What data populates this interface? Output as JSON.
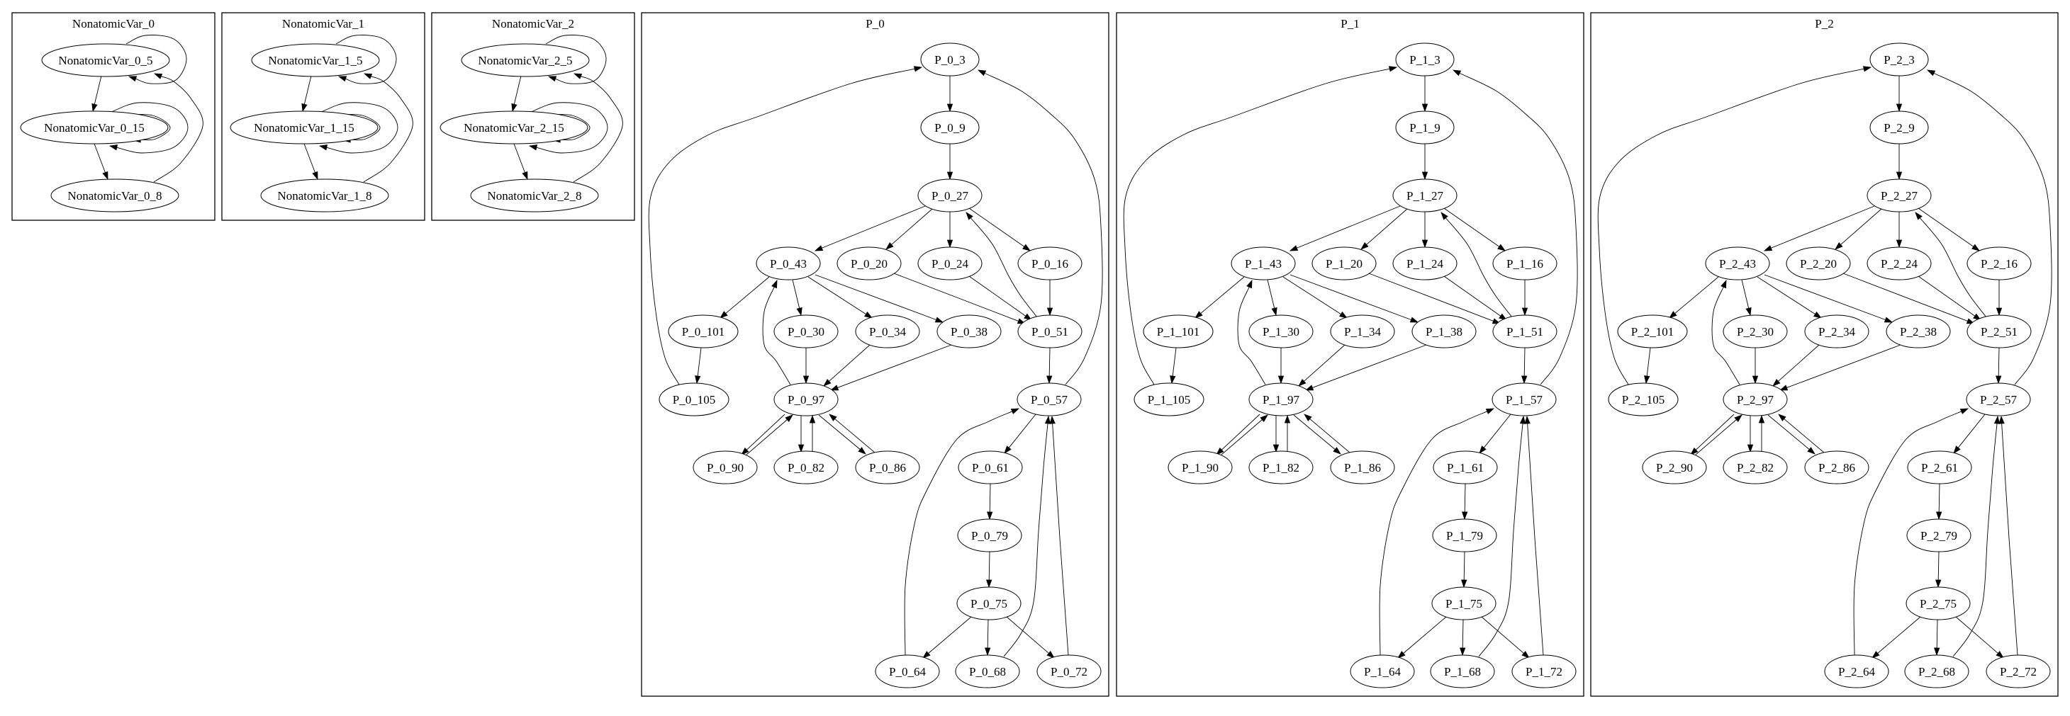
{
  "graph": {
    "kind": "directed-graph",
    "colors": {
      "background": "#ffffff",
      "stroke": "#000000",
      "text": "#000000"
    },
    "nonatomic_clusters": [
      {
        "title": "NonatomicVar_0",
        "nodes": {
          "n5": "NonatomicVar_0_5",
          "n15": "NonatomicVar_0_15",
          "n8": "NonatomicVar_0_8"
        }
      },
      {
        "title": "NonatomicVar_1",
        "nodes": {
          "n5": "NonatomicVar_1_5",
          "n15": "NonatomicVar_1_15",
          "n8": "NonatomicVar_1_8"
        }
      },
      {
        "title": "NonatomicVar_2",
        "nodes": {
          "n5": "NonatomicVar_2_5",
          "n15": "NonatomicVar_2_15",
          "n8": "NonatomicVar_2_8"
        }
      }
    ],
    "nonatomic_edges": [
      {
        "from": "n5",
        "to": "n15"
      },
      {
        "from": "n15",
        "to": "n8"
      },
      {
        "from": "n5",
        "to": "n5"
      },
      {
        "from": "n15",
        "to": "n15"
      },
      {
        "from": "n15",
        "to": "n15"
      },
      {
        "from": "n8",
        "to": "n5"
      }
    ],
    "process_clusters": [
      {
        "title": "P_0",
        "prefix": "P_0_"
      },
      {
        "title": "P_1",
        "prefix": "P_1_"
      },
      {
        "title": "P_2",
        "prefix": "P_2_"
      }
    ],
    "process_node_ids": [
      "3",
      "9",
      "27",
      "43",
      "20",
      "24",
      "16",
      "101",
      "30",
      "34",
      "38",
      "51",
      "105",
      "97",
      "57",
      "90",
      "82",
      "86",
      "61",
      "79",
      "75",
      "64",
      "68",
      "72"
    ],
    "process_edges": [
      {
        "from": "3",
        "to": "9"
      },
      {
        "from": "9",
        "to": "27"
      },
      {
        "from": "27",
        "to": "43"
      },
      {
        "from": "27",
        "to": "20"
      },
      {
        "from": "27",
        "to": "24"
      },
      {
        "from": "27",
        "to": "16"
      },
      {
        "from": "43",
        "to": "101"
      },
      {
        "from": "43",
        "to": "30"
      },
      {
        "from": "43",
        "to": "34"
      },
      {
        "from": "43",
        "to": "38"
      },
      {
        "from": "20",
        "to": "51"
      },
      {
        "from": "24",
        "to": "51"
      },
      {
        "from": "16",
        "to": "51"
      },
      {
        "from": "51",
        "to": "27"
      },
      {
        "from": "101",
        "to": "105"
      },
      {
        "from": "105",
        "to": "3"
      },
      {
        "from": "30",
        "to": "97"
      },
      {
        "from": "34",
        "to": "97"
      },
      {
        "from": "38",
        "to": "97"
      },
      {
        "from": "97",
        "to": "43"
      },
      {
        "from": "51",
        "to": "57"
      },
      {
        "from": "57",
        "to": "3"
      },
      {
        "from": "97",
        "to": "90"
      },
      {
        "from": "90",
        "to": "97"
      },
      {
        "from": "97",
        "to": "82"
      },
      {
        "from": "82",
        "to": "97"
      },
      {
        "from": "97",
        "to": "86"
      },
      {
        "from": "86",
        "to": "97"
      },
      {
        "from": "57",
        "to": "61"
      },
      {
        "from": "61",
        "to": "79"
      },
      {
        "from": "79",
        "to": "75"
      },
      {
        "from": "75",
        "to": "64"
      },
      {
        "from": "75",
        "to": "68"
      },
      {
        "from": "75",
        "to": "72"
      },
      {
        "from": "64",
        "to": "57"
      },
      {
        "from": "68",
        "to": "57"
      },
      {
        "from": "72",
        "to": "57"
      }
    ]
  }
}
